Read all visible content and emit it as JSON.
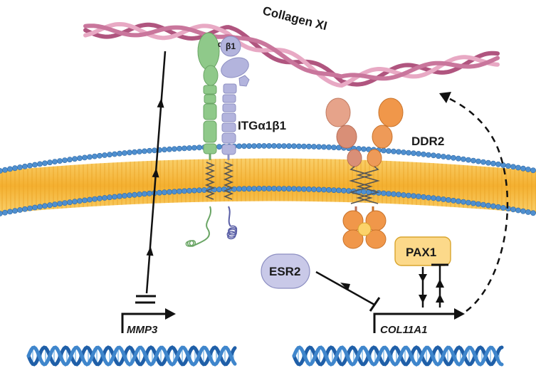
{
  "labels": {
    "collagen": "Collagen XI",
    "integrin": "ITGα1β1",
    "alpha1": "α1",
    "beta1": "β1",
    "ddr2": "DDR2",
    "esr2": "ESR2",
    "pax1": "PAX1",
    "mmp3": "MMP3",
    "col11a1": "COL11A1"
  },
  "colors": {
    "collagen_dark": "#b0557f",
    "collagen_light": "#e8a9c4",
    "membrane_core": "#f6bb3e",
    "membrane_head": "#4f8fcf",
    "integrin_alpha": "#8fc98a",
    "integrin_beta": "#b3b4dd",
    "ddr2_light": "#f0974a",
    "ddr2_dark": "#d48a70",
    "esr2_box": "#c9c9e8",
    "pax1_box": "#fcd98a",
    "dna_dark": "#1f5fa8",
    "dna_light": "#7fb9e8"
  }
}
